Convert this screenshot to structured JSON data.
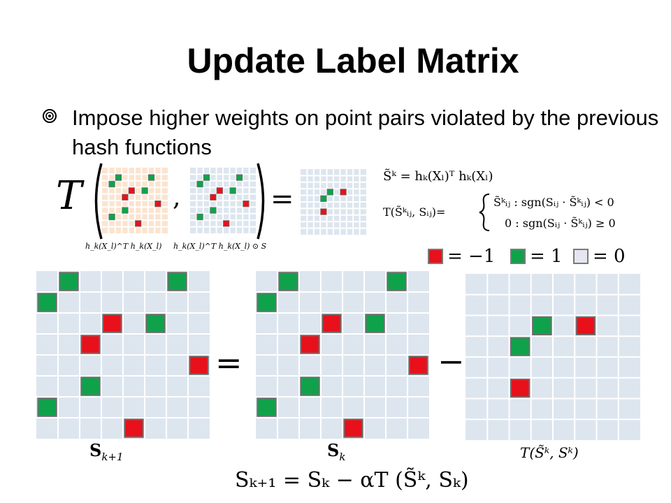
{
  "title": "Update Label Matrix",
  "bullet": {
    "icon": "target-bullet-icon",
    "text": "Impose higher weights on point pairs violated by the previous hash functions"
  },
  "colors": {
    "red": "#e8101a",
    "green": "#0fa24a",
    "cell_border": "#6e6e6e",
    "grid_bg": "#dde6ef",
    "grid_line": "#ffffff",
    "peach_bg": "#fbe4d0",
    "zero_swatch": "#e6e6f0"
  },
  "top_equation": {
    "operator_T": "T",
    "comma": ",",
    "equals": "=",
    "label_left": "h_k(X_l)^T h_k(X_l)",
    "label_middle": "h_k(X_l)^T h_k(X_l) ⊙ S"
  },
  "definitions": {
    "line1_lhs": "S̃ᵏ = hₖ(Xₗ)ᵀ hₖ(Xₗ)",
    "line2_prefix": "T(S̃ᵏᵢⱼ, Sᵢⱼ)=",
    "case1": "S̃ᵏᵢⱼ  :  sgn(Sᵢⱼ · S̃ᵏᵢⱼ) < 0",
    "case2": "0  :  sgn(Sᵢⱼ · S̃ᵏᵢⱼ) ≥ 0"
  },
  "legend": [
    {
      "color": "#e8101a",
      "label": "= −1"
    },
    {
      "color": "#0fa24a",
      "label": "= 1"
    },
    {
      "color": "#e6e6f0",
      "label": "= 0"
    }
  ],
  "big_row": {
    "equals": "=",
    "minus": "−",
    "label_left": "S",
    "label_left_sub": "k+1",
    "label_middle": "S",
    "label_middle_sub": "k",
    "label_right": "T(S̃ᵏ, Sᵏ)"
  },
  "bottom_equation": "Sₖ₊₁ = Sₖ − αT (S̃ᵏ, Sₖ)",
  "matrices": {
    "s_matrix": [
      {
        "r": 0,
        "c": 1,
        "v": 1
      },
      {
        "r": 0,
        "c": 6,
        "v": 1
      },
      {
        "r": 1,
        "c": 0,
        "v": 1
      },
      {
        "r": 2,
        "c": 3,
        "v": -1
      },
      {
        "r": 2,
        "c": 5,
        "v": 1
      },
      {
        "r": 3,
        "c": 2,
        "v": -1
      },
      {
        "r": 4,
        "c": 7,
        "v": -1
      },
      {
        "r": 5,
        "c": 2,
        "v": 1
      },
      {
        "r": 6,
        "c": 0,
        "v": 1
      },
      {
        "r": 7,
        "c": 4,
        "v": -1
      }
    ],
    "t_matrix": [
      {
        "r": 2,
        "c": 3,
        "v": 1
      },
      {
        "r": 2,
        "c": 5,
        "v": -1
      },
      {
        "r": 3,
        "c": 2,
        "v": 1
      },
      {
        "r": 5,
        "c": 2,
        "v": -1
      }
    ]
  }
}
